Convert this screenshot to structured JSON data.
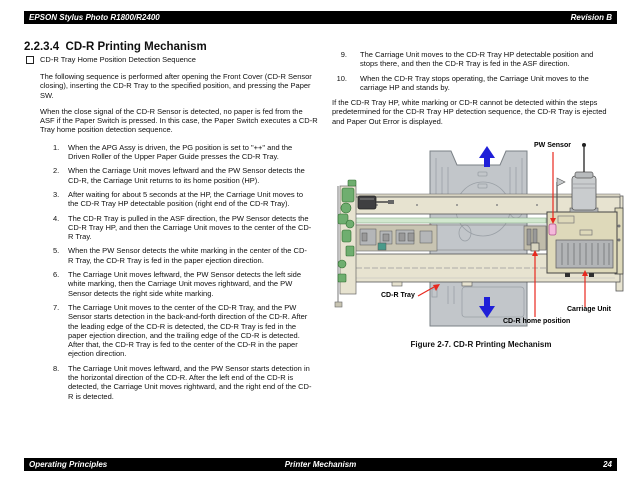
{
  "header": {
    "product": "EPSON Stylus Photo R1800/R2400",
    "revision": "Revision B"
  },
  "footer": {
    "left": "Operating Principles",
    "center": "Printer Mechanism",
    "page_number": "24"
  },
  "section": {
    "number_title": "2.2.3.4  CD-R Printing Mechanism",
    "bullet_heading": "CD-R Tray Home Position Detection Sequence",
    "intro_para_1": "The following sequence is performed after opening the Front Cover (CD-R Sensor closing), inserting the CD-R Tray to the specified position, and pressing the Paper SW.",
    "intro_para_2": "When the close signal of the CD-R Sensor is detected, no paper is fed from the ASF if the Paper Switch is pressed. In this case, the Paper Switch executes a CD-R Tray home position detection sequence.",
    "steps_left": [
      {
        "n": "1.",
        "t": "When the APG Assy is driven, the PG position is set to \"++\" and the Driven Roller of the Upper Paper Guide presses the CD-R Tray."
      },
      {
        "n": "2.",
        "t": "When the Carriage Unit moves leftward and the PW Sensor detects the CD-R, the Carriage Unit returns to its home position (HP)."
      },
      {
        "n": "3.",
        "t": "After waiting for about 5 seconds at the HP, the Carriage Unit moves to the CD-R Tray HP detectable position (right end of the CD-R Tray)."
      },
      {
        "n": "4.",
        "t": "The CD-R Tray is pulled in the ASF direction, the PW Sensor detects the CD-R Tray HP, and then the Carriage Unit moves to the center of the CD-R Tray."
      },
      {
        "n": "5.",
        "t": "When the PW Sensor detects the white marking in the center of the CD-R Tray, the CD-R Tray is fed in the paper ejection direction."
      },
      {
        "n": "6.",
        "t": "The Carriage Unit moves leftward, the PW Sensor detects the left side white marking, then the Carriage Unit moves rightward, and the PW Sensor detects the right side white marking."
      },
      {
        "n": "7.",
        "t": "The Carriage Unit moves to the center of the CD-R Tray, and the PW Sensor starts detection in the back-and-forth direction of the CD-R. After the leading edge of the CD-R is detected, the CD-R Tray is fed in the paper ejection direction, and the trailing edge of the CD-R is detected. After that, the CD-R Tray is fed to the center of the CD-R in the paper ejection direction."
      },
      {
        "n": "8.",
        "t": "The Carriage Unit moves leftward, and the PW Sensor starts detection in the horizontal direction of the CD-R. After the left end of the CD-R is detected, the Carriage Unit moves rightward, and the right end of the CD-R is detected."
      }
    ],
    "steps_right": [
      {
        "n": "9.",
        "t": "The Carriage Unit moves to the CD-R Tray HP detectable position and stops there, and then the CD-R Tray is fed in the ASF direction."
      },
      {
        "n": "10.",
        "t": "When the CD-R Tray stops operating, the Carriage Unit moves to the carriage HP and stands by."
      }
    ],
    "error_para": "If the CD-R Tray HP, white marking or CD-R cannot be detected within the steps predetermined for the CD-R Tray HP detection sequence, the CD-R Tray is ejected and Paper Out Error is displayed."
  },
  "figure": {
    "caption": "Figure 2-7. CD-R Printing Mechanism",
    "labels": {
      "pw_sensor": "PW Sensor",
      "cdr_tray": "CD-R Tray",
      "cdr_home": "CD-R home position",
      "carriage_unit": "Carriage Unit"
    },
    "colors": {
      "red": "#e8281e",
      "blue": "#1f1fd8",
      "beige": "#e7e3d0",
      "beige2": "#ded9ba",
      "tray": "#c2c6ca",
      "green": "#6fae6f",
      "ltgreen": "#d2e8cf",
      "pink": "#f4b9da"
    }
  }
}
